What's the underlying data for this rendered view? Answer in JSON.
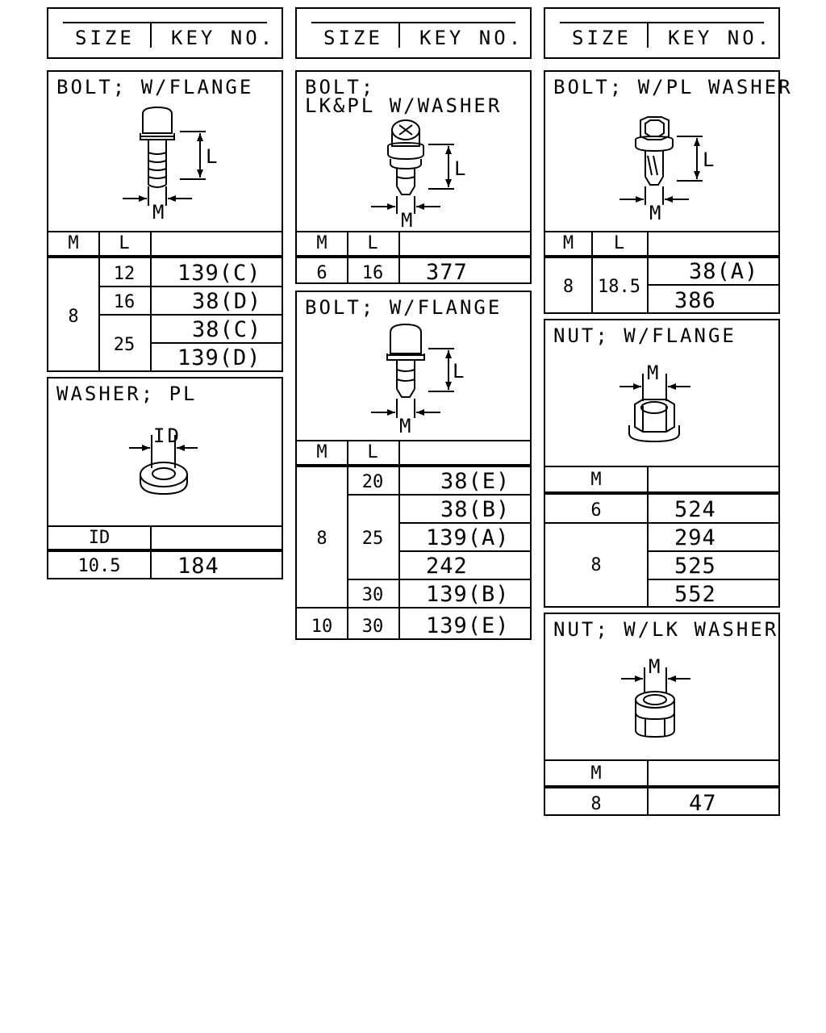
{
  "header": {
    "size_label": "SIZE",
    "key_label": "KEY NO."
  },
  "col_m": "M",
  "col_l": "L",
  "col_id": "ID",
  "dim_l": "L",
  "dim_m": "M",
  "dim_id": "ID",
  "bolt_flange_1": {
    "title": "BOLT; W/FLANGE",
    "rows": [
      {
        "m": "8",
        "l": "12",
        "key": "139(C)"
      },
      {
        "l": "16",
        "key": "38(D)"
      },
      {
        "l": "25",
        "key": "38(C)"
      },
      {
        "key": "139(D)"
      }
    ]
  },
  "washer_pl": {
    "title": "WASHER; PL",
    "rows": [
      {
        "id": "10.5",
        "key": "184"
      }
    ]
  },
  "bolt_lk_pl": {
    "title_line1": "BOLT;",
    "title_line2": "LK&PL W/WASHER",
    "rows": [
      {
        "m": "6",
        "l": "16",
        "key": "377"
      }
    ]
  },
  "bolt_flange_2": {
    "title": "BOLT; W/FLANGE",
    "rows": [
      {
        "m": "8",
        "l": "20",
        "key": "38(E)"
      },
      {
        "l": "25",
        "key": "38(B)"
      },
      {
        "key": "139(A)"
      },
      {
        "key": "242"
      },
      {
        "l": "30",
        "key": "139(B)"
      },
      {
        "m": "10",
        "l": "30",
        "key": "139(E)"
      }
    ]
  },
  "bolt_pl_washer": {
    "title": "BOLT; W/PL WASHER",
    "rows": [
      {
        "m": "8",
        "l": "18.5",
        "key": "38(A)"
      },
      {
        "key": "386"
      }
    ]
  },
  "nut_flange": {
    "title": "NUT; W/FLANGE",
    "rows": [
      {
        "m": "6",
        "key": "524"
      },
      {
        "m": "8",
        "key": "294"
      },
      {
        "key": "525"
      },
      {
        "key": "552"
      }
    ]
  },
  "nut_lk_washer": {
    "title": "NUT; W/LK WASHER",
    "rows": [
      {
        "m": "8",
        "key": "47"
      }
    ]
  }
}
